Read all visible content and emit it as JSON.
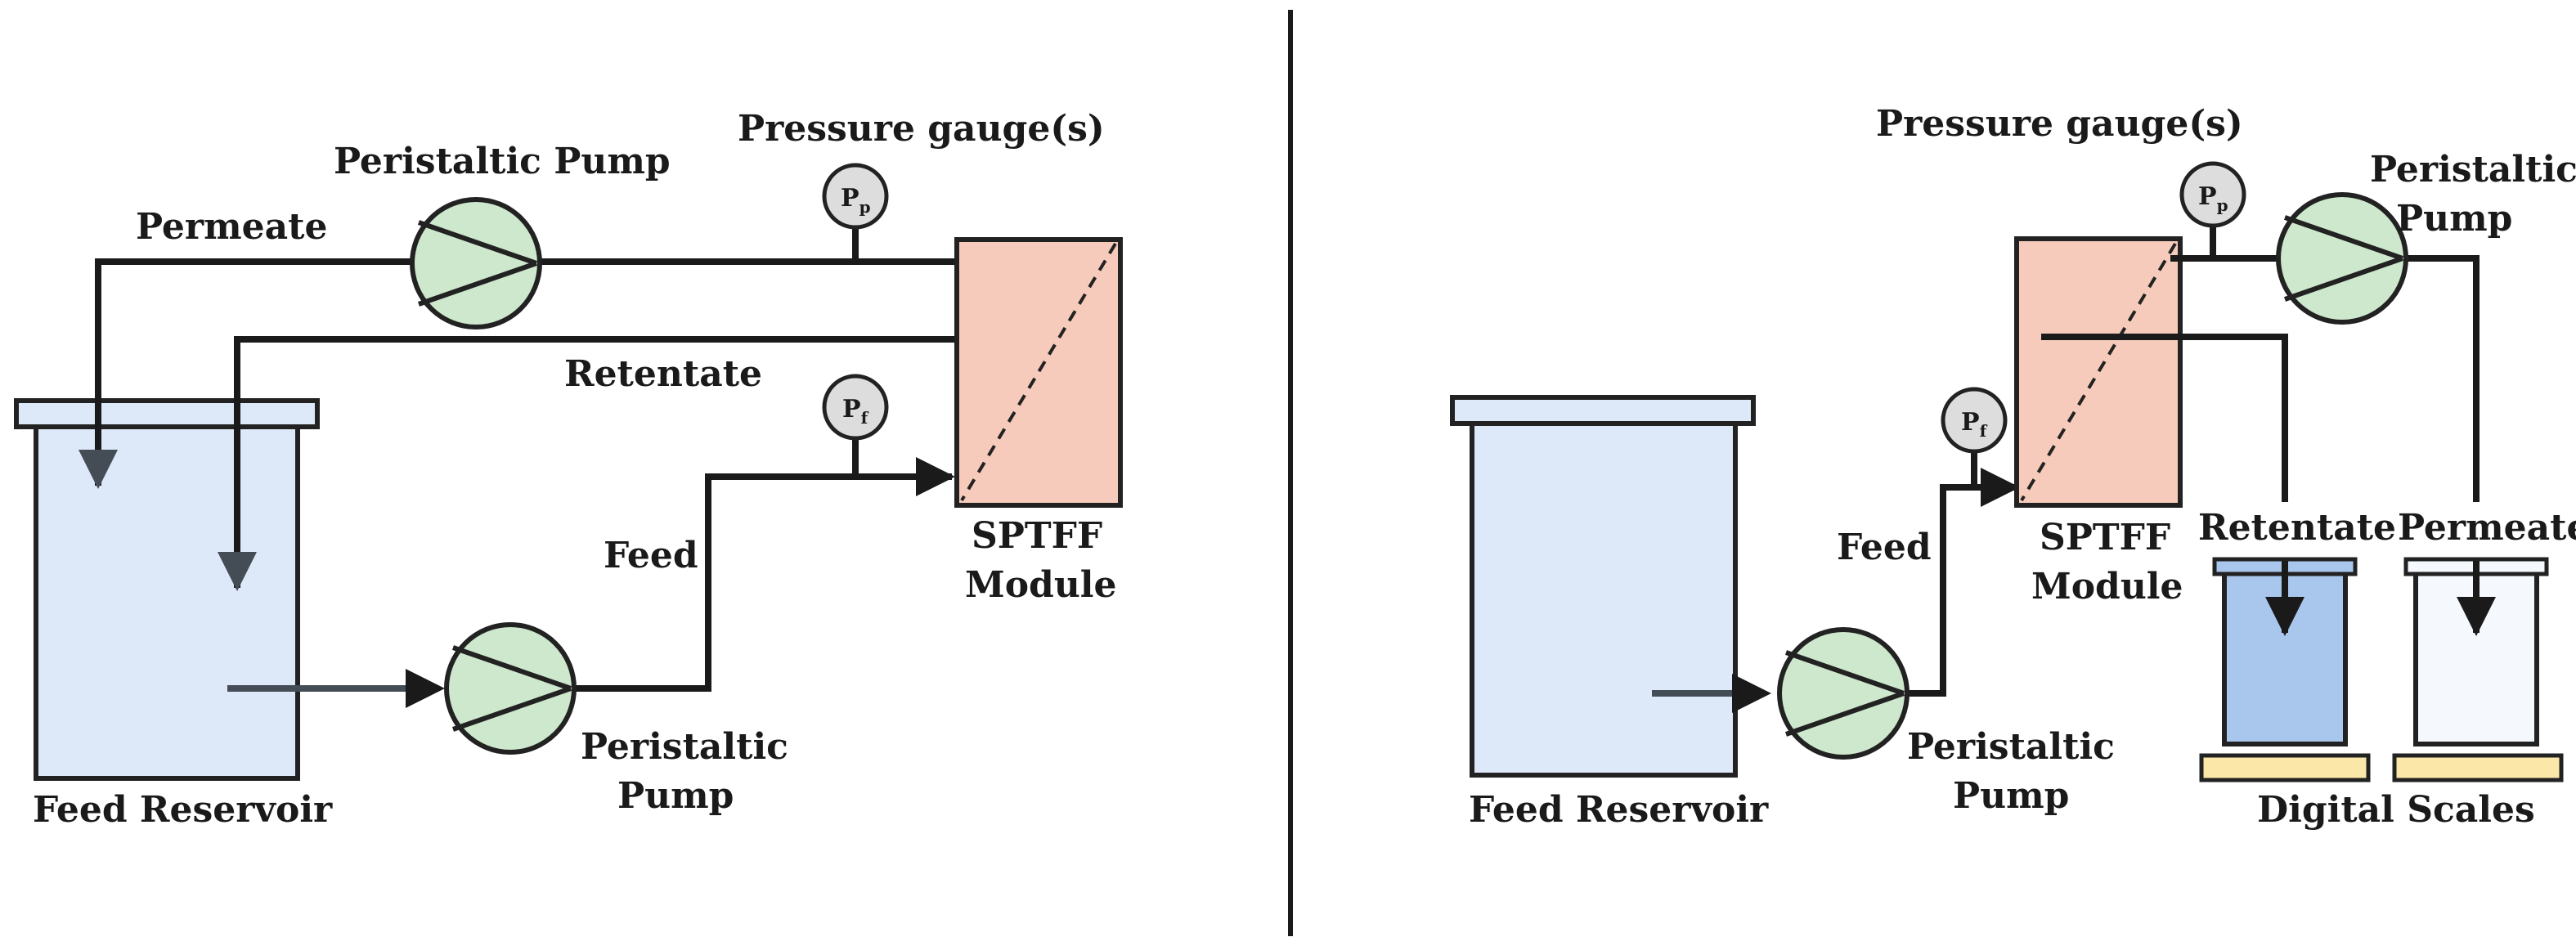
{
  "left_panel": {
    "feed_reservoir": "Feed Reservoir",
    "pump_top": "Peristaltic Pump",
    "pump_bottom_line1": "Peristaltic",
    "pump_bottom_line2": "Pump",
    "pressure_gauges": "Pressure gauge(s)",
    "permeate": "Permeate",
    "retentate": "Retentate",
    "feed": "Feed",
    "module_line1": "SPTFF",
    "module_line2": "Module",
    "gauge_p_main": "P",
    "gauge_p_sub": "p",
    "gauge_f_main": "P",
    "gauge_f_sub": "f"
  },
  "right_panel": {
    "pressure_gauges": "Pressure gauge(s)",
    "pump_top_line1": "Peristaltic",
    "pump_top_line2": "Pump",
    "feed": "Feed",
    "module_line1": "SPTFF",
    "module_line2": "Module",
    "retentate": "Retentate",
    "permeate": "Permeate",
    "feed_reservoir": "Feed Reservoir",
    "pump_bottom_line1": "Peristaltic",
    "pump_bottom_line2": "Pump",
    "digital_scales": "Digital Scales",
    "gauge_p_main": "P",
    "gauge_p_sub": "p",
    "gauge_f_main": "P",
    "gauge_f_sub": "f"
  },
  "colors": {
    "reservoir": "#dde8f8",
    "pump": "#cde8cc",
    "module": "#f7cbbb",
    "gauge": "#dddddd",
    "scale": "#fbe7a8",
    "retentate_beaker": "#a9c7ec",
    "permeate_beaker": "#f5f8fd"
  }
}
